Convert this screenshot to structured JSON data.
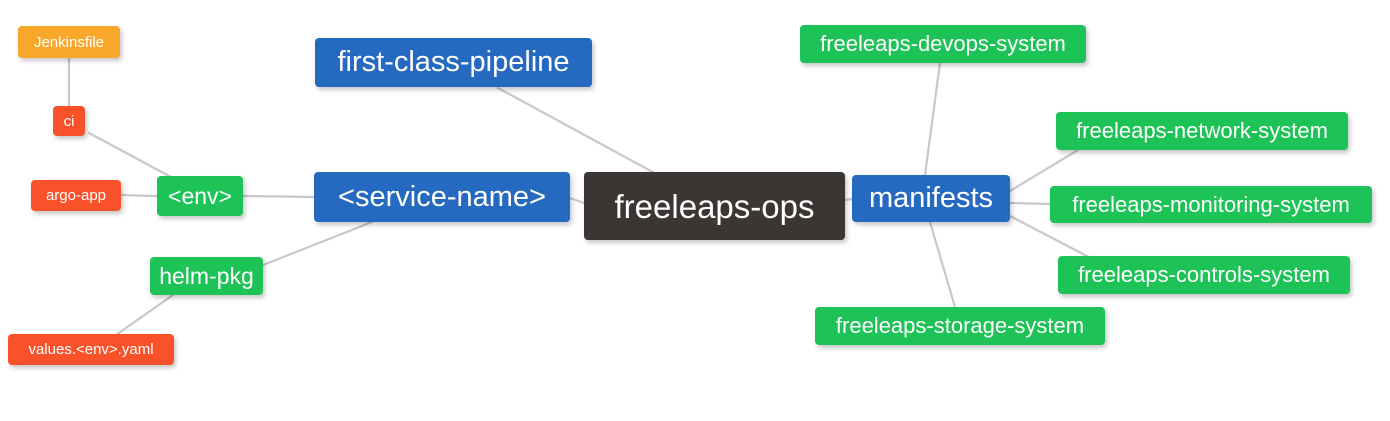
{
  "diagram": {
    "type": "mindmap",
    "title": "freeleaps-ops",
    "background": "#ffffff",
    "edge_color": "#c8c8c8"
  },
  "colors": {
    "root_dark": "#3b3633",
    "blue": "#2569c0",
    "green": "#1dc357",
    "orange": "#f9a72b",
    "red_orange": "#f9522b",
    "edge": "#c8c8c8",
    "text": "#ffffff"
  },
  "nodes": {
    "root": {
      "label": "freeleaps-ops",
      "color": "#3b3633"
    },
    "service_name": {
      "label": "<service-name>",
      "color": "#2569c0"
    },
    "first_class_pipeline": {
      "label": "first-class-pipeline",
      "color": "#2569c0"
    },
    "manifests": {
      "label": "manifests",
      "color": "#2569c0"
    },
    "env": {
      "label": "<env>",
      "color": "#1dc357"
    },
    "helm_pkg": {
      "label": "helm-pkg",
      "color": "#1dc357"
    },
    "jenkinsfile": {
      "label": "Jenkinsfile",
      "color": "#f9a72b"
    },
    "ci": {
      "label": "ci",
      "color": "#f9522b"
    },
    "argo_app": {
      "label": "argo-app",
      "color": "#f9522b"
    },
    "values_yaml": {
      "label": "values.<env>.yaml",
      "color": "#f9522b"
    },
    "devops_system": {
      "label": "freeleaps-devops-system",
      "color": "#1dc357"
    },
    "network_system": {
      "label": "freeleaps-network-system",
      "color": "#1dc357"
    },
    "monitoring_system": {
      "label": "freeleaps-monitoring-system",
      "color": "#1dc357"
    },
    "controls_system": {
      "label": "freeleaps-controls-system",
      "color": "#1dc357"
    },
    "storage_system": {
      "label": "freeleaps-storage-system",
      "color": "#1dc357"
    }
  },
  "edges": [
    {
      "from": "root",
      "to": "service_name"
    },
    {
      "from": "root",
      "to": "first_class_pipeline"
    },
    {
      "from": "root",
      "to": "manifests"
    },
    {
      "from": "service_name",
      "to": "env"
    },
    {
      "from": "service_name",
      "to": "helm_pkg"
    },
    {
      "from": "env",
      "to": "ci"
    },
    {
      "from": "env",
      "to": "argo_app"
    },
    {
      "from": "ci",
      "to": "jenkinsfile"
    },
    {
      "from": "helm_pkg",
      "to": "values_yaml"
    },
    {
      "from": "manifests",
      "to": "devops_system"
    },
    {
      "from": "manifests",
      "to": "network_system"
    },
    {
      "from": "manifests",
      "to": "monitoring_system"
    },
    {
      "from": "manifests",
      "to": "controls_system"
    },
    {
      "from": "manifests",
      "to": "storage_system"
    }
  ]
}
